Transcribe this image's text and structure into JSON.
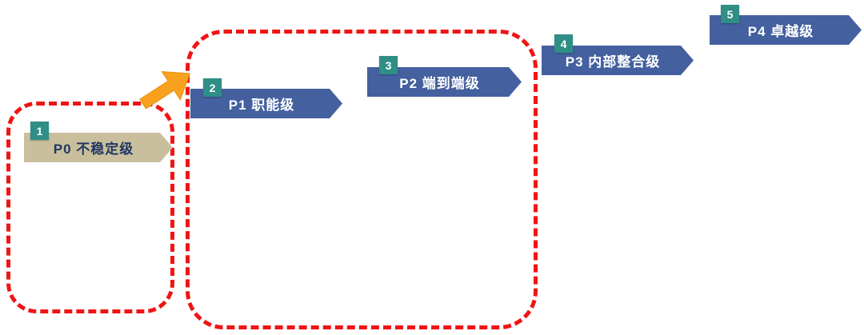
{
  "diagram": {
    "description_type": "maturity-staircase",
    "levels": [
      {
        "badge": "1",
        "label": "P0 不稳定级"
      },
      {
        "badge": "2",
        "label": "P1 职能级"
      },
      {
        "badge": "3",
        "label": "P2  端到端级"
      },
      {
        "badge": "4",
        "label": "P3 内部整合级"
      },
      {
        "badge": "5",
        "label": "P4 卓越级"
      }
    ],
    "groups": [
      {
        "name": "group-p0",
        "style": "red-dashed-rounded"
      },
      {
        "name": "group-p1-p2",
        "style": "red-dashed-rounded"
      }
    ],
    "colors": {
      "banner_blue": "#44609f",
      "banner_tan": "#c9bf9c",
      "badge_teal": "#2f8e86",
      "dashed_red": "#f01414",
      "arrow_orange": "#f7a11e",
      "text_on_blue": "#ffffff",
      "text_on_tan": "#1f3864",
      "background": "#ffffff"
    }
  }
}
